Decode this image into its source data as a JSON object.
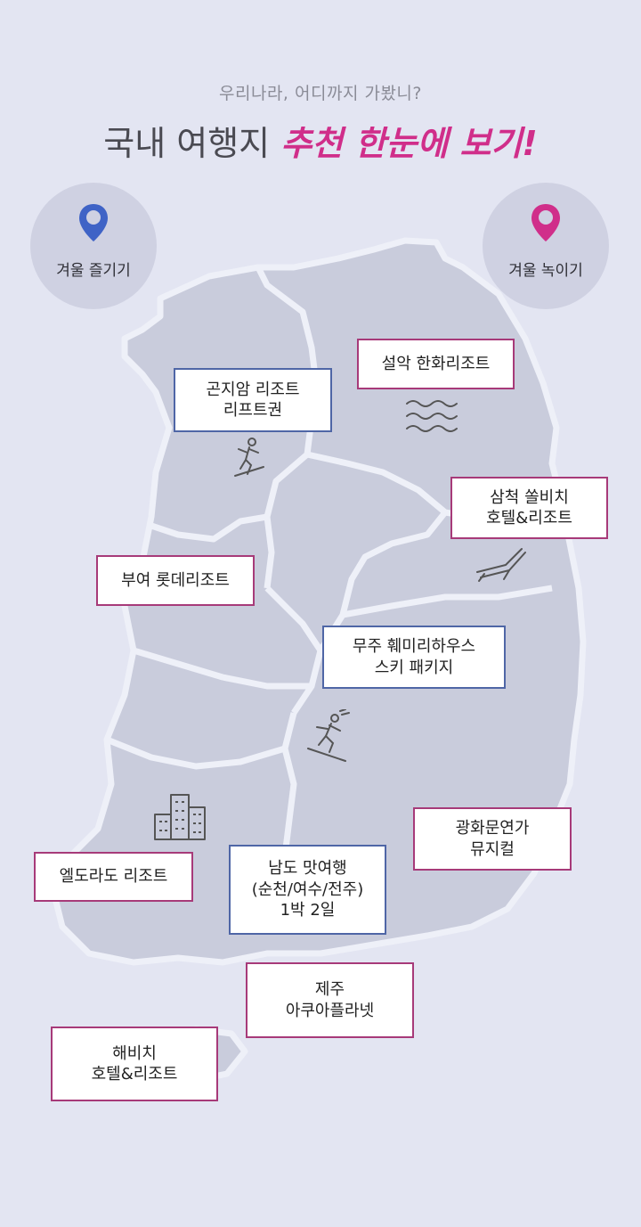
{
  "header": {
    "subtitle": "우리나라, 어디까지 가봤니?",
    "title_plain": "국내 여행지 ",
    "title_accent": "추천 한눈에 보기!"
  },
  "categories": {
    "enjoy": {
      "label": "겨울 즐기기",
      "pin_color": "#3f63c6"
    },
    "melt": {
      "label": "겨울 녹이기",
      "pin_color": "#d02e8a"
    }
  },
  "colors": {
    "accent": "#d02e8a",
    "pink_border": "#a73a79",
    "blue_border": "#4f66a6",
    "land": "#c9ccdc",
    "background": "#e3e5f2"
  },
  "destinations": {
    "seorak": "설악 한화리조트",
    "gonjiam": "곤지암 리조트\n리프트권",
    "samcheok": "삼척 쏠비치\n호텔&리조트",
    "buyeo": "부여 롯데리조트",
    "muju": "무주 훼미리하우스\n스키 패키지",
    "gwanghwamun": "광화문연가\n뮤지컬",
    "eldorado": "엘도라도 리조트",
    "namdo": "남도 맛여행\n(순천/여수/전주)\n1박 2일",
    "jeju": "제주\n아쿠아플라넷",
    "haevichi": "해비치\n호텔&리조트"
  },
  "icons": [
    "snowboard-icon",
    "waves-icon",
    "beach-chair-icon",
    "skier-icon",
    "buildings-icon"
  ]
}
